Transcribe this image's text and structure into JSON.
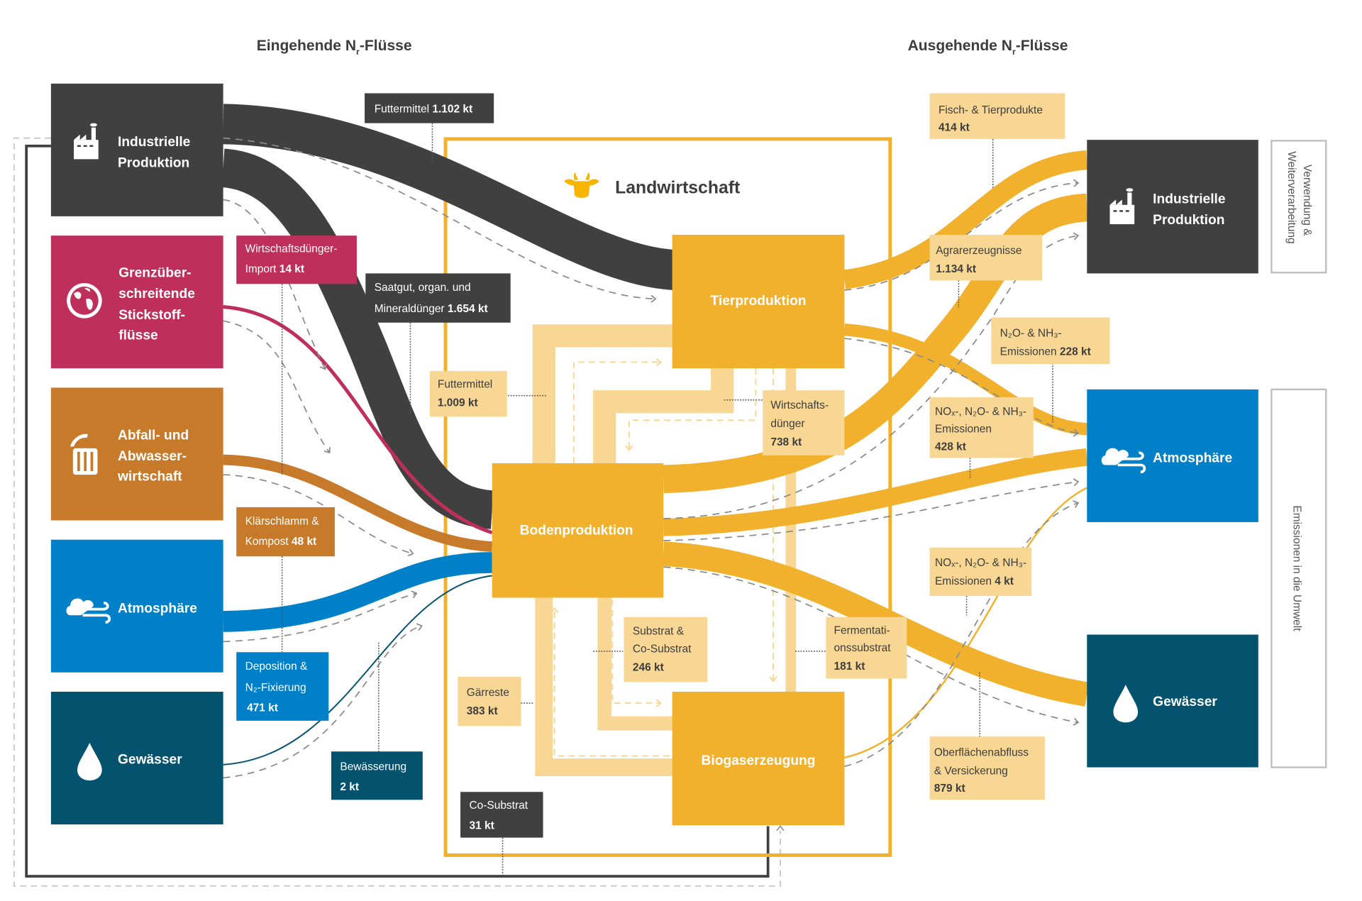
{
  "titles": {
    "incoming": "Eingehende N",
    "incoming_sub": "r",
    "incoming_rest": "-Flüsse",
    "outgoing": "Ausgehende N",
    "outgoing_sub": "r",
    "outgoing_rest": "-Flüsse"
  },
  "colors": {
    "industry": "#404040",
    "border": "#bf2f5c",
    "waste": "#c87a2b",
    "atmosphere": "#0080c8",
    "water": "#03536f",
    "agri": "#f2b12c",
    "agri_light": "#f8d795"
  },
  "sources": [
    {
      "id": "industrielle-produktion",
      "lines": [
        "Industrielle",
        "Produktion"
      ],
      "icon": "factory-icon"
    },
    {
      "id": "grenzueberschreitende-fluesse",
      "lines": [
        "Grenzüber-",
        "schreitende",
        "Stickstoff-",
        "flüsse"
      ],
      "icon": "globe-icon"
    },
    {
      "id": "abfall-abwasser",
      "lines": [
        "Abfall- und",
        "Abwasser-",
        "wirtschaft"
      ],
      "icon": "trash-bin-icon"
    },
    {
      "id": "atmosphaere",
      "lines": [
        "Atmosphäre"
      ],
      "icon": "cloud-wind-icon"
    },
    {
      "id": "gewaesser",
      "lines": [
        "Gewässer"
      ],
      "icon": "water-drop-icon"
    }
  ],
  "targets": [
    {
      "id": "industrielle-produktion",
      "lines": [
        "Industrielle",
        "Produktion"
      ],
      "icon": "factory-icon"
    },
    {
      "id": "atmosphaere",
      "lines": [
        "Atmosphäre"
      ],
      "icon": "cloud-wind-icon"
    },
    {
      "id": "gewaesser",
      "lines": [
        "Gewässer"
      ],
      "icon": "water-drop-icon"
    }
  ],
  "landwirtschaft": {
    "title": "Landwirtschaft",
    "icon": "cow-icon",
    "nodes": {
      "tier": "Tierproduktion",
      "boden": "Bodenproduktion",
      "biogas": "Biogaserzeugung"
    }
  },
  "side_labels": {
    "use": [
      "Verwendung &",
      "Weiterverarbeitung"
    ],
    "emissions": "Emissionen in die Umwelt"
  },
  "incoming_flows": [
    {
      "id": "futtermittel-import",
      "lines": [
        "Futtermittel"
      ],
      "value": "1.102 kt",
      "source": "Industrielle Produktion",
      "target": "Tierproduktion"
    },
    {
      "id": "wirtschaftsduenger-import",
      "lines": [
        "Wirtschaftsdünger-",
        "Import"
      ],
      "value": "14 kt",
      "source": "Grenzüberschreitende Stickstoffflüsse",
      "target": "Bodenproduktion"
    },
    {
      "id": "saatgut-duenger",
      "lines": [
        "Saatgut, organ. und",
        "Mineraldünger"
      ],
      "value": "1.654 kt",
      "source": "Industrielle Produktion",
      "target": "Bodenproduktion"
    },
    {
      "id": "klaerschlamm-kompost",
      "lines": [
        "Klärschlamm &",
        "Kompost"
      ],
      "value": "48 kt",
      "source": "Abfall- und Abwasserwirtschaft",
      "target": "Bodenproduktion"
    },
    {
      "id": "deposition-fixierung",
      "lines": [
        "Deposition &",
        "N₂-Fixierung"
      ],
      "value": "471 kt",
      "source": "Atmosphäre",
      "target": "Bodenproduktion"
    },
    {
      "id": "bewaesserung",
      "lines": [
        "Bewässerung"
      ],
      "value": "2 kt",
      "source": "Gewässer",
      "target": "Bodenproduktion"
    },
    {
      "id": "co-substrat",
      "lines": [
        "Co-Substrat"
      ],
      "value": "31 kt",
      "source": "Industrielle Produktion",
      "target": "Biogaserzeugung"
    }
  ],
  "internal_flows": [
    {
      "id": "futtermittel-intern",
      "lines": [
        "Futtermittel"
      ],
      "value": "1.009 kt",
      "source": "Bodenproduktion",
      "target": "Tierproduktion"
    },
    {
      "id": "wirtschaftsduenger",
      "lines": [
        "Wirtschafts-",
        "dünger"
      ],
      "value": "738 kt",
      "source": "Tierproduktion",
      "target": "Bodenproduktion"
    },
    {
      "id": "substrat-co-substrat",
      "lines": [
        "Substrat &",
        "Co-Substrat"
      ],
      "value": "246 kt",
      "source": "Bodenproduktion",
      "target": "Biogaserzeugung"
    },
    {
      "id": "gaerreste",
      "lines": [
        "Gärreste"
      ],
      "value": "383 kt",
      "source": "Biogaserzeugung",
      "target": "Bodenproduktion"
    },
    {
      "id": "fermentationssubstrat",
      "lines": [
        "Fermentati-",
        "onssubstrat"
      ],
      "value": "181 kt",
      "source": "Tierproduktion",
      "target": "Biogaserzeugung"
    }
  ],
  "outgoing_flows": [
    {
      "id": "fisch-tierprodukte",
      "lines": [
        "Fisch- & Tierprodukte"
      ],
      "value": "414 kt",
      "source": "Tierproduktion",
      "target": "Industrielle Produktion"
    },
    {
      "id": "agrarerzeugnisse",
      "lines": [
        "Agrarerzeugnisse"
      ],
      "value": "1.134 kt",
      "source": "Bodenproduktion",
      "target": "Industrielle Produktion"
    },
    {
      "id": "emissionen-tier",
      "lines": [
        "N₂O- & NH₃-",
        "Emissionen"
      ],
      "value": "228 kt",
      "source": "Tierproduktion",
      "target": "Atmosphäre"
    },
    {
      "id": "emissionen-boden",
      "lines": [
        "NOₓ-, N₂O- & NH₃-",
        "Emissionen"
      ],
      "value": "428 kt",
      "source": "Bodenproduktion",
      "target": "Atmosphäre"
    },
    {
      "id": "emissionen-biogas",
      "lines": [
        "NOₓ-, N₂O- & NH₃-",
        "Emissionen"
      ],
      "value": "4 kt",
      "source": "Biogaserzeugung",
      "target": "Atmosphäre"
    },
    {
      "id": "oberflaechenabfluss",
      "lines": [
        "Oberflächenabfluss",
        "& Versickerung"
      ],
      "value": "879 kt",
      "source": "Bodenproduktion",
      "target": "Gewässer"
    }
  ]
}
